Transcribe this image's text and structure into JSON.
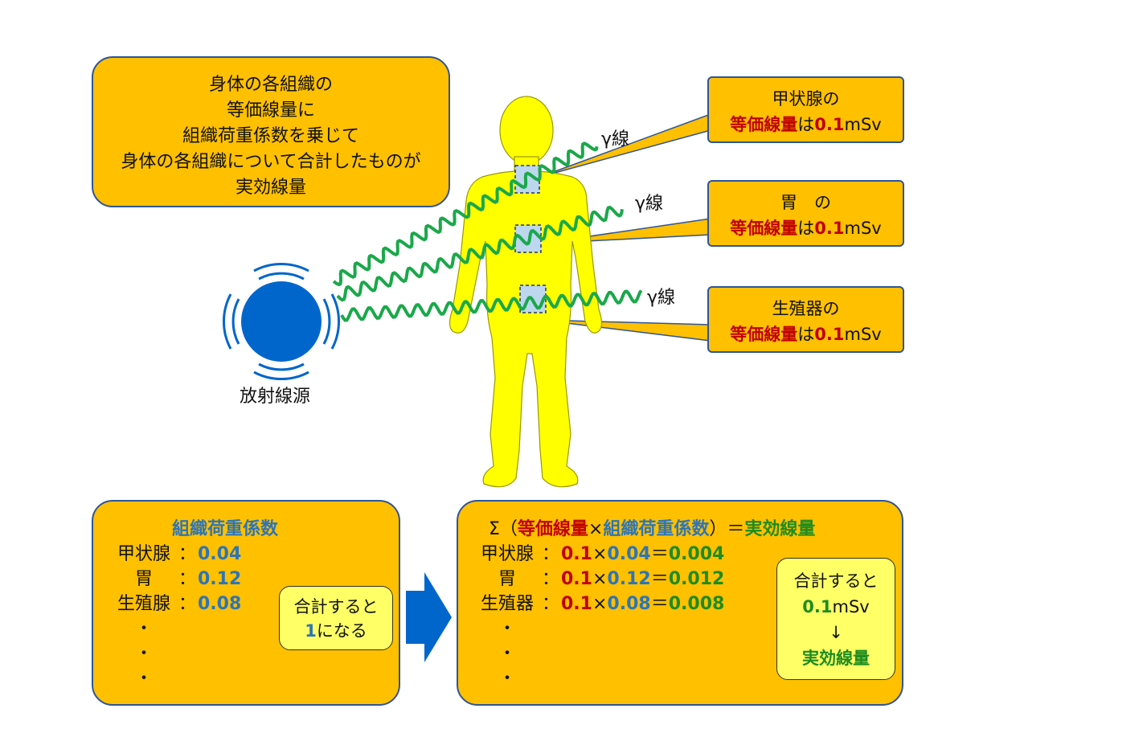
{
  "intro_box": {
    "lines": [
      "身体の各組織の",
      "等価線量に",
      "組織荷重係数を乗じて",
      "身体の各組織について合計したものが",
      "実効線量"
    ]
  },
  "source": {
    "label": "放射線源"
  },
  "rays": {
    "label": "γ線"
  },
  "callouts": [
    {
      "organ": "甲状腺の",
      "prefix": "等価線量",
      "mid": "は",
      "value": "0.1",
      "unit": "mSv"
    },
    {
      "organ": "胃　の",
      "prefix": "等価線量",
      "mid": "は",
      "value": "0.1",
      "unit": "mSv"
    },
    {
      "organ": "生殖器の",
      "prefix": "等価線量",
      "mid": "は",
      "value": "0.1",
      "unit": "mSv"
    }
  ],
  "weights_box": {
    "title": "組織荷重係数",
    "rows": [
      {
        "name": "甲状腺",
        "sep": "：",
        "value": "0.04"
      },
      {
        "name": "胃",
        "sep": "：",
        "value": "0.12"
      },
      {
        "name": "生殖腺",
        "sep": "：",
        "value": "0.08"
      }
    ],
    "dots": [
      "・",
      "・",
      "・"
    ],
    "sum_line1": "合計すると",
    "sum_value": "1",
    "sum_line2": "になる"
  },
  "formula_box": {
    "sigma": "Σ（",
    "eq_dose": "等価線量",
    "times": "×",
    "weight": "組織荷重係数",
    "close": "）＝",
    "result": "実効線量",
    "rows": [
      {
        "name": "甲状腺",
        "sep": "：",
        "dose": "0.1",
        "x": "×",
        "w": "0.04",
        "eq": "＝",
        "r": "0.004"
      },
      {
        "name": "胃",
        "sep": "：",
        "dose": "0.1",
        "x": "×",
        "w": "0.12",
        "eq": "＝",
        "r": "0.012"
      },
      {
        "name": "生殖器",
        "sep": "：",
        "dose": "0.1",
        "x": "×",
        "w": "0.08",
        "eq": "＝",
        "r": "0.008"
      }
    ],
    "dots": [
      "・",
      "・",
      "・"
    ],
    "sum_line1": "合計すると",
    "sum_value": "0.1",
    "sum_unit": "mSv",
    "arrow": "↓",
    "sum_result": "実効線量"
  },
  "colors": {
    "box_fill": "#FFC000",
    "body": "#FFFF00",
    "wave": "#1AA84A",
    "source": "#0066CC",
    "red": "#C00000",
    "blue": "#2E75B6",
    "green": "#1E8C1E"
  }
}
